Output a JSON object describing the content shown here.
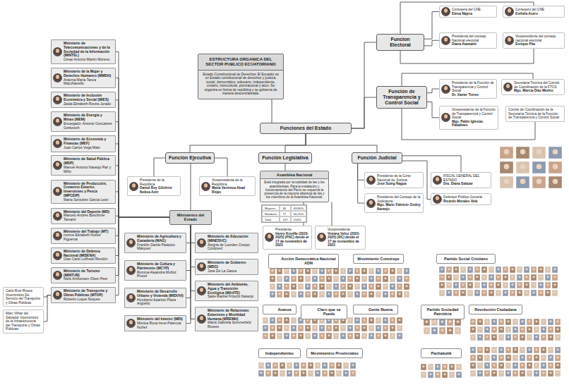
{
  "diagram": {
    "nodes": [
      {
        "text": [
          "ESTRUCTURA ORGANICA DEL SECTOR PUBLICO ECUATORIANO",
          "Estado Constitucional de Derechos: El Ecuador es un Estado constitucional de derechos y justicia, social, democrático, soberano, independiente, unitario, intercultural, plurinacional y laico. Se organiza en forma de república y se gobierna de manera descentralizada."
        ]
      },
      {
        "text": [
          "Funciones del Estado"
        ]
      },
      {
        "text": [
          "Funcion Electoral"
        ]
      },
      {
        "text": [
          "Consejera del CNE",
          "Elena Nájera"
        ]
      },
      {
        "text": [
          "Consejero del CNE",
          "Esthela Acero"
        ]
      },
      {
        "text": [
          "Presidenta del consejo Nacional electoral",
          "Diana Atamaint"
        ]
      },
      {
        "text": [
          "Vicepresidente del consejo nacional electoral",
          "Enrique Pita"
        ]
      },
      {
        "text": [
          "Función de Transparencia y Control Social"
        ]
      },
      {
        "text": [
          "Presidente de la Función de Transparencia y Control Social",
          "Dr. Xavier Torres"
        ]
      },
      {
        "text": [
          "Secretaria Técnica del Comité de Coordinación de la FTCS",
          "Mgs. Marcia Díaz Merino"
        ]
      },
      {
        "text": [
          "Vicepresidente de la Función de Transparencia y Control Social",
          "Mgs. Pablo Iglesias Paladines"
        ]
      },
      {
        "text": [
          "Comité de Coordinación de la Secretaría Técnica de la Función de Transparencia y Control Social"
        ]
      },
      {
        "text": [
          "Función Ejecutiva"
        ]
      },
      {
        "text": [
          "Presidente de la República",
          "Daniel Roy Gilchrist Noboa Azín"
        ]
      },
      {
        "text": [
          "Vicepresidenta de la República",
          "María Verónica Abad Rojas"
        ]
      },
      {
        "text": [
          "Ministerios del Estado"
        ]
      },
      {
        "text": [
          "Ministerio de Telecomunicaciones y de la Sociedad de la Información (MINTEL)",
          "César Antonio Martín Moreno"
        ]
      },
      {
        "text": [
          "Ministerio de la Mujer y Derechos Humanos (MMDH)",
          "Arianna María Tanca Macchiavello"
        ]
      },
      {
        "text": [
          "Ministerio de Inclusión Económica y Social (MIES)",
          "Zaida Elizabeth Rovira Jurado"
        ]
      },
      {
        "text": [
          "Ministerio de Energía y Minas (MEM)",
          "Encargado: Antonio Goncalves Gerkovich"
        ]
      },
      {
        "text": [
          "Ministerio de Economía y Finanzas (MEF)",
          "Juan Carlos Vega Malo"
        ]
      },
      {
        "text": [
          "Ministerio de Salud Pública (MSP)",
          "Manuel Antonio Naranjo Paz y Miño"
        ]
      },
      {
        "text": [
          "Ministerio de Producción, Comercio Exterior, Inversiones y Pesca (MPCEIP)",
          "María Sonsoles García León"
        ]
      },
      {
        "text": [
          "Ministerio del Deporte (MD)",
          "Marcelo Andrés Boschmer Tamariz"
        ]
      },
      {
        "text": [
          "Ministerio del Trabajo (MT)",
          "Ivonne Elizabeth Núñez Figueroa"
        ]
      },
      {
        "text": [
          "Ministerio de Defensa Nacional (MIDENA)",
          "Gian Carlo Loffredo Rendón"
        ]
      },
      {
        "text": [
          "Ministerio de Turismo (MINTUR)",
          "Niels Anthonsen Olsen Peet"
        ]
      },
      {
        "text": [
          "Ministerio de Transporte y Obras Públicas (MTOP)",
          "Roberto Luque Nuques"
        ]
      },
      {
        "text": [
          "Carlo Ruiz Rivera Viceministro De Servicio del Transporte y Obras Públicas"
        ]
      },
      {
        "text": [
          "Marc Vilhar del Salvador Viceministro de la Infraestructura del Transporte y Obras Públicas"
        ]
      },
      {
        "text": [
          "Ministerio de Agricultura y Ganadería (MAG)",
          "Franklin Danilo Palacios Márquez"
        ]
      },
      {
        "text": [
          "Ministerio de Educación (MINEDUC)",
          "Alegría de Lourdes Crespo Cordovez"
        ]
      },
      {
        "text": [
          "Ministerio de Cultura y Patrimonio (MCYP)",
          "Romina Alejandra Muñoz Procel"
        ]
      },
      {
        "text": [
          "Ministerio de Gobierno (MDG)",
          "José De La Gasca"
        ]
      },
      {
        "text": [
          "Ministerio de Desarrollo Urbano y Vivienda (MIDUVI)",
          "Humberto Aparicio Plaza Argüello"
        ]
      },
      {
        "text": [
          "Ministerio del Ambiente, Agua y Transición Ecológica (MAATE)",
          "Sade Rashel Fritschi Naranjo"
        ]
      },
      {
        "text": [
          "Ministerio del Interior (MDI)",
          "Mónica Rosa Irene Palencia Núñez"
        ]
      },
      {
        "text": [
          "Ministerio de Relaciones Exteriores y Movilidad Humana (MREMH)",
          "María Gabriela Sommerfeld Rosero"
        ]
      },
      {
        "text": [
          "Función Legislativa"
        ]
      },
      {
        "text": [
          "Asamblea Nacional",
          "Está integrada por la totalidad de las y los asambleístas. Para la instalación y funcionamiento del Pleno se requerirá la presencia de la mayoría absoluta de las y los miembros de la Asamblea Nacional."
        ]
      },
      {
        "text": [
          "Presidente",
          "Henry Kronfle (2023-2025) (PSC) desde el 17 de noviembre de 2023"
        ]
      },
      {
        "text": [
          "Vicepresidenta",
          "Viviana Veloz (2023-2025) (RC) desde el 17 de noviembre de 2023"
        ]
      },
      {
        "text": [
          "Acción Democrática Nacional ADN"
        ]
      },
      {
        "text": [
          "Movimiento Construye"
        ]
      },
      {
        "text": [
          "Partido Social Cristiano"
        ]
      },
      {
        "text": [
          "Avanza"
        ]
      },
      {
        "text": [
          "Claro que se Puede"
        ]
      },
      {
        "text": [
          "Gente Buena"
        ]
      },
      {
        "text": [
          "Partido Sociedad Patriótica"
        ]
      },
      {
        "text": [
          "Revolución Ciudadana"
        ]
      },
      {
        "text": [
          "Independientes"
        ]
      },
      {
        "text": [
          "Movimientos Provinciales"
        ]
      },
      {
        "text": [
          "Pachakutik"
        ]
      },
      {
        "text": [
          "Función Judicial"
        ]
      },
      {
        "text": [
          "Presidente de la Corte Nacional de Justicia",
          "José Suing Nagua"
        ]
      },
      {
        "text": [
          "FISCAL GENERAL DEL ESTADO",
          "Dra. Diana Salazar"
        ]
      },
      {
        "text": [
          "Presidente del Consejo de la Judicatura",
          "Mgs. Mario Fabricio Godoy Naranjo"
        ]
      },
      {
        "text": [
          "Defensor Público General",
          "Ricardo Morales Vela"
        ]
      }
    ],
    "edges": [
      {
        "from": 0,
        "to": 1,
        "arrow": "none"
      },
      {
        "from": 1,
        "to": 2,
        "arrow": "none"
      },
      {
        "from": 1,
        "to": 7,
        "arrow": "none"
      },
      {
        "from": 1,
        "to": 12,
        "arrow": "none"
      },
      {
        "from": 1,
        "to": 38,
        "arrow": "none"
      },
      {
        "from": 1,
        "to": 53,
        "arrow": "none"
      },
      {
        "from": 2,
        "to": 3,
        "arrow": "none"
      },
      {
        "from": 2,
        "to": 4,
        "arrow": "none"
      },
      {
        "from": 2,
        "to": 5,
        "arrow": "none"
      },
      {
        "from": 2,
        "to": 6,
        "arrow": "none"
      },
      {
        "from": 7,
        "to": 8,
        "arrow": "none"
      },
      {
        "from": 7,
        "to": 9,
        "arrow": "none"
      },
      {
        "from": 7,
        "to": 10,
        "arrow": "none"
      },
      {
        "from": 7,
        "to": 11,
        "arrow": "none"
      },
      {
        "from": 12,
        "to": 13,
        "arrow": "none"
      },
      {
        "from": 12,
        "to": 14,
        "arrow": "none"
      },
      {
        "from": 12,
        "to": 15,
        "arrow": "none"
      },
      {
        "from": 15,
        "to": 16,
        "arrow": "none"
      },
      {
        "from": 15,
        "to": 17,
        "arrow": "none"
      },
      {
        "from": 15,
        "to": 18,
        "arrow": "none"
      },
      {
        "from": 15,
        "to": 19,
        "arrow": "none"
      },
      {
        "from": 15,
        "to": 20,
        "arrow": "none"
      },
      {
        "from": 15,
        "to": 21,
        "arrow": "none"
      },
      {
        "from": 15,
        "to": 22,
        "arrow": "none"
      },
      {
        "from": 15,
        "to": 23,
        "arrow": "none"
      },
      {
        "from": 15,
        "to": 24,
        "arrow": "none"
      },
      {
        "from": 15,
        "to": 25,
        "arrow": "none"
      },
      {
        "from": 15,
        "to": 26,
        "arrow": "none"
      },
      {
        "from": 15,
        "to": 27,
        "arrow": "none"
      },
      {
        "from": 27,
        "to": 28,
        "arrow": "none"
      },
      {
        "from": 27,
        "to": 29,
        "arrow": "none"
      },
      {
        "from": 15,
        "to": 30,
        "arrow": "none"
      },
      {
        "from": 15,
        "to": 31,
        "arrow": "none"
      },
      {
        "from": 15,
        "to": 32,
        "arrow": "none"
      },
      {
        "from": 15,
        "to": 33,
        "arrow": "none"
      },
      {
        "from": 15,
        "to": 34,
        "arrow": "none"
      },
      {
        "from": 15,
        "to": 35,
        "arrow": "none"
      },
      {
        "from": 15,
        "to": 36,
        "arrow": "none"
      },
      {
        "from": 15,
        "to": 37,
        "arrow": "none"
      },
      {
        "from": 38,
        "to": 39,
        "arrow": "none"
      },
      {
        "from": 39,
        "to": 40,
        "arrow": "none"
      },
      {
        "from": 39,
        "to": 41,
        "arrow": "none"
      },
      {
        "from": 53,
        "to": 54,
        "arrow": "none"
      },
      {
        "from": 53,
        "to": 55,
        "arrow": "none"
      },
      {
        "from": 53,
        "to": 56,
        "arrow": "none"
      },
      {
        "from": 53,
        "to": 57,
        "arrow": "none"
      }
    ],
    "labels": [
      "Mujeres",
      "60",
      "43,80%",
      "Hombres",
      "77",
      "56,20%",
      "Total",
      "137",
      "100%"
    ]
  }
}
